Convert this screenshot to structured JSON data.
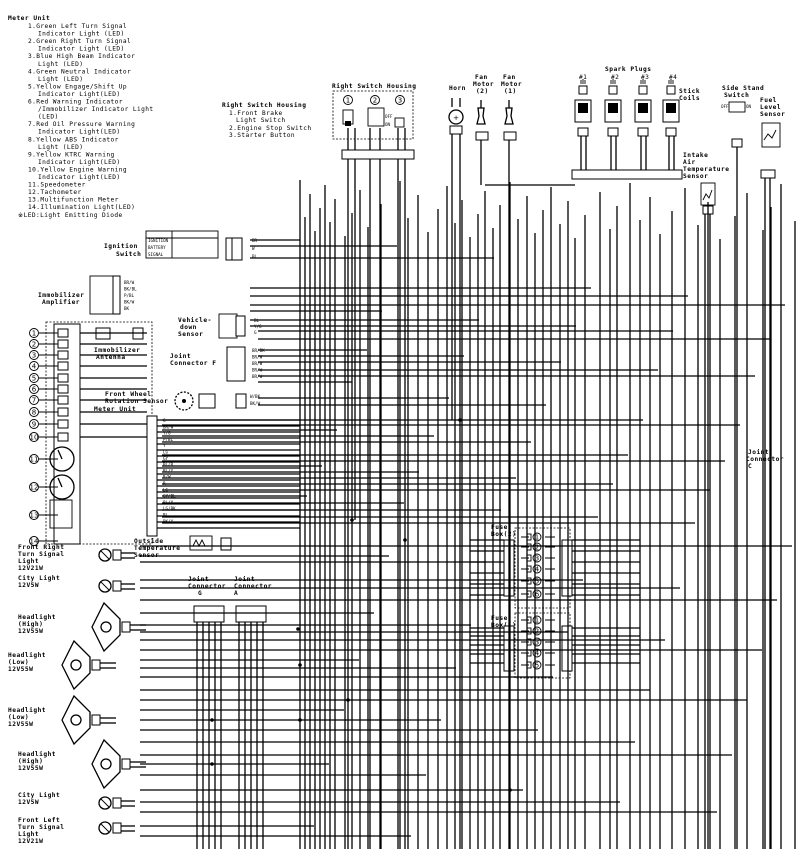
{
  "legend": {
    "title": "Meter Unit",
    "items": [
      "1.Green Left Turn Signal",
      "Indicator Light (LED)",
      "2.Green Right Turn Signal",
      "Indicator Light (LED)",
      "3.Blue High Beam Indicator",
      "Light (LED)",
      "4.Green Neutral Indicator",
      "Light (LED)",
      "5.Yellow Engage/Shift Up",
      "Indicator Light(LED)",
      "6.Red Warning Indicator",
      "/Immobilizer Indicator Light",
      "(LED)",
      "7.Red Oil Pressure Warning",
      "Indicator Light(LED)",
      "8.Yellow ABS Indicator",
      "Light (LED)",
      "9.Yellow KTRC Warning",
      "Indicator Light(LED)",
      "10.Yellow Engine Warning",
      "Indicator Light(LED)",
      "11.Speedometer",
      "12.Tachometer",
      "13.Multifunction Meter",
      "14.Illumination Light(LED)",
      "※LED:Light Emitting Diode"
    ]
  },
  "right_switch_legend": {
    "title": "Right Switch Housing",
    "items": [
      "1.Front Brake",
      "Light Switch",
      "2.Engine Stop Switch",
      "3.Starter Button"
    ]
  },
  "components": {
    "right_switch_housing": "Right Switch Housing",
    "horn": "Horn",
    "fan_motor_2": [
      "Fan",
      "Motor",
      "(2)"
    ],
    "fan_motor_1": [
      "Fan",
      "Motor",
      "(1)"
    ],
    "spark_plugs": "Spark Plugs",
    "plug_numbers": [
      "#1",
      "#2",
      "#3",
      "#4"
    ],
    "stick_coils": [
      "Stick",
      "Coils"
    ],
    "side_stand_switch": [
      "Side Stand",
      "Switch"
    ],
    "fuel_level_sensor": [
      "Fuel",
      "Level",
      "Sensor"
    ],
    "intake_air_temp_sensor": [
      "Intake",
      "Air",
      "Temperature",
      "Sensor"
    ],
    "ignition_switch": [
      "Ignition",
      "Switch"
    ],
    "immobilizer_amplifier": [
      "Immobilizer",
      "Amplifier"
    ],
    "immobilizer_antenna": [
      "Immobilizer",
      "Antenna"
    ],
    "vehicle_down_sensor": [
      "Vehicle-",
      "down",
      "Sensor"
    ],
    "joint_connector_f": [
      "Joint",
      "Connector F"
    ],
    "front_wheel_rotation_sensor": [
      "Front Wheel",
      "Rotation Sensor"
    ],
    "meter_unit": "Meter Unit",
    "joint_connector_c": [
      "Joint",
      "Connector",
      "C"
    ],
    "outside_temp_sensor": [
      "Outside",
      "Temperature",
      "Sensor"
    ],
    "fuse_box_2": [
      "Fuse",
      "Box(2)"
    ],
    "fuse_box_1": [
      "Fuse",
      "Box(1)"
    ],
    "joint_connector_g": [
      "Joint",
      "Connector",
      "G"
    ],
    "joint_connector_a": [
      "Joint",
      "Connector",
      "A"
    ]
  },
  "switch_labels": {
    "off": "OFF",
    "on": "ON"
  },
  "ignition_table": [
    "IGNITION",
    "BATTERY",
    "SIGNAL"
  ],
  "lights": [
    {
      "name": "Front Right",
      "sub": [
        "Turn Signal",
        "Light"
      ],
      "spec": "12V21W"
    },
    {
      "name": "City Light",
      "sub": [],
      "spec": "12V5W"
    },
    {
      "name": "Headlight",
      "sub": [
        "(High)"
      ],
      "spec": "12V55W"
    },
    {
      "name": "Headlight",
      "sub": [
        "(Low)"
      ],
      "spec": "12V55W"
    },
    {
      "name": "Headlight",
      "sub": [
        "(Low)"
      ],
      "spec": "12V55W"
    },
    {
      "name": "Headlight",
      "sub": [
        "(High)"
      ],
      "spec": "12V55W"
    },
    {
      "name": "City Light",
      "sub": [],
      "spec": "12V5W"
    },
    {
      "name": "Front Left",
      "sub": [
        "Turn Signal",
        "Light"
      ],
      "spec": "12V21W"
    }
  ],
  "meter_numbers": [
    "1",
    "2",
    "3",
    "4",
    "5",
    "6",
    "7",
    "8",
    "9",
    "10",
    "11",
    "12",
    "13",
    "14"
  ],
  "wire_codes": {
    "ignition": [
      "BR",
      "W",
      "BL"
    ],
    "amp": [
      "BR/W",
      "BK/BL",
      "P/BL",
      "BK/W",
      "BK"
    ],
    "vds": [
      "BL",
      "Y/G",
      "G"
    ],
    "jcf": [
      "BR/BK",
      "BR/W",
      "BR/W",
      "BR/W",
      "BR/W"
    ],
    "fwrs": [
      "W/BK",
      "BK/W"
    ],
    "meter": [
      "G",
      "BR/W",
      "Y/G",
      "P/BL",
      "Y",
      "LG",
      "GY",
      "BL/R",
      "BL/Y",
      "R/W",
      "R",
      "LG",
      "GY/BL",
      "BL/Y",
      "LG/BK",
      "BL",
      "BK/Y"
    ]
  }
}
